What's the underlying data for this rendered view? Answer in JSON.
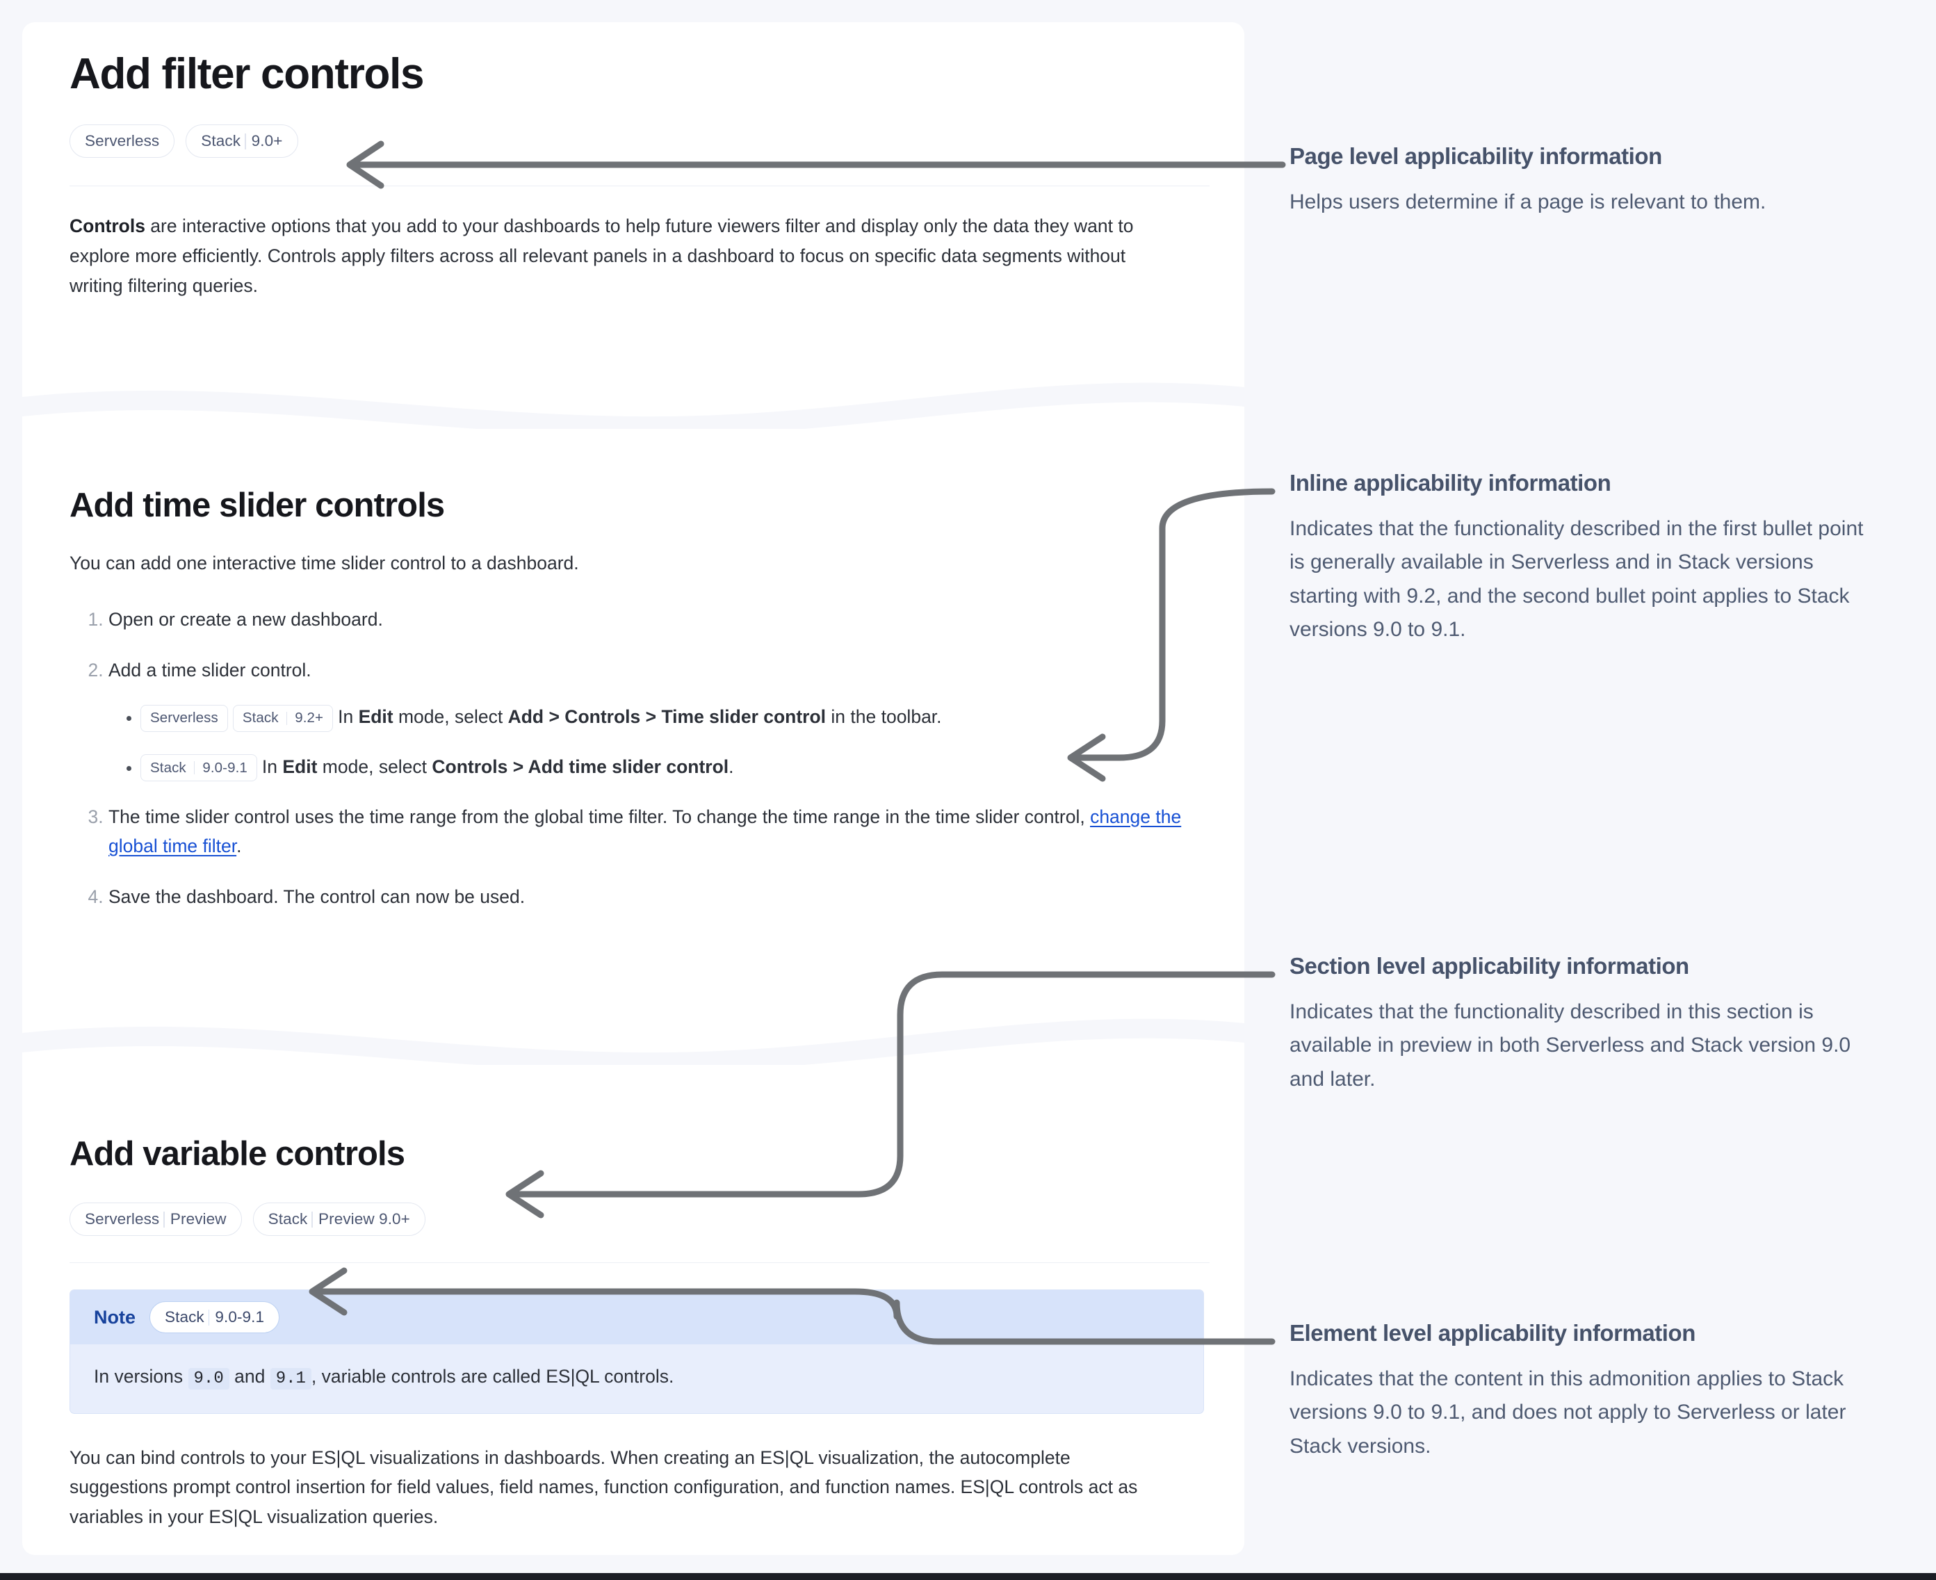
{
  "colors": {
    "page_background": "#f6f7fb",
    "card_background": "#ffffff",
    "heading": "#16171c",
    "body_text": "#2c3038",
    "link": "#1750d4",
    "badge_border": "#e3e7f0",
    "badge_text": "#4c5671",
    "annotation_title": "#46526a",
    "annotation_text": "#4e5a71",
    "connector": "#6f7276",
    "note_header_background": "#d7e3fa",
    "note_body_background": "#e8eefc",
    "note_label": "#17429c"
  },
  "page": {
    "title": "Add filter controls",
    "page_badges": [
      {
        "name": "Serverless"
      },
      {
        "name": "Stack",
        "version": "9.0+"
      }
    ],
    "intro": {
      "lead_bold": "Controls",
      "rest": " are interactive options that you add to your dashboards to help future viewers filter and display only the data they want to explore more efficiently. Controls apply filters across all relevant panels in a dashboard to focus on specific data segments without writing filtering queries."
    }
  },
  "section_time_slider": {
    "title": "Add time slider controls",
    "intro": "You can add one interactive time slider control to a dashboard.",
    "steps": [
      {
        "text": "Open or create a new dashboard."
      },
      {
        "text": "Add a time slider control.",
        "subbullets": [
          {
            "badges": [
              {
                "name": "Serverless"
              },
              {
                "name": "Stack",
                "version": "9.2+"
              }
            ],
            "parts": [
              {
                "t": "In ",
                "b": false
              },
              {
                "t": "Edit",
                "b": true
              },
              {
                "t": " mode, select ",
                "b": false
              },
              {
                "t": "Add > Controls > Time slider control",
                "b": true
              },
              {
                "t": " in the toolbar.",
                "b": false
              }
            ]
          },
          {
            "badges": [
              {
                "name": "Stack",
                "version": "9.0-9.1"
              }
            ],
            "parts": [
              {
                "t": "In ",
                "b": false
              },
              {
                "t": "Edit",
                "b": true
              },
              {
                "t": " mode, select ",
                "b": false
              },
              {
                "t": "Controls > Add time slider control",
                "b": true
              },
              {
                "t": ".",
                "b": false
              }
            ]
          }
        ]
      },
      {
        "text_before_link": "The time slider control uses the time range from the global time filter. To change the time range in the time slider control, ",
        "link_text": "change the global time filter",
        "text_after_link": "."
      },
      {
        "text": "Save the dashboard. The control can now be used."
      }
    ]
  },
  "section_variable": {
    "title": "Add variable controls",
    "section_badges": [
      {
        "name": "Serverless",
        "version": "Preview"
      },
      {
        "name": "Stack",
        "version": "Preview 9.0+"
      }
    ],
    "note": {
      "label": "Note",
      "badge": {
        "name": "Stack",
        "version": "9.0-9.1"
      },
      "parts": [
        {
          "t": "In versions ",
          "code": false
        },
        {
          "t": "9.0",
          "code": true
        },
        {
          "t": " and ",
          "code": false
        },
        {
          "t": "9.1",
          "code": true
        },
        {
          "t": ", variable controls are called ES|QL controls.",
          "code": false
        }
      ]
    },
    "paragraph": "You can bind controls to your ES|QL visualizations in dashboards. When creating an ES|QL visualization, the autocomplete suggestions prompt control insertion for field values, field names, function configuration, and function names. ES|QL controls act as variables in your ES|QL visualization queries."
  },
  "annotations": [
    {
      "title": "Page level applicability information",
      "text": "Helps users determine if a page is relevant to them."
    },
    {
      "title": "Inline applicability information",
      "text": "Indicates that the functionality described in the first bullet point is generally available in Serverless and in Stack versions starting with 9.2, and the second bullet point applies to Stack versions 9.0 to 9.1."
    },
    {
      "title": "Section level applicability information",
      "text": "Indicates that the functionality described in this section is available in preview in both Serverless and Stack version 9.0 and later."
    },
    {
      "title": "Element level applicability information",
      "text": "Indicates that the content in this admonition applies to Stack versions 9.0 to 9.1, and does not apply to Serverless or later Stack versions."
    }
  ]
}
